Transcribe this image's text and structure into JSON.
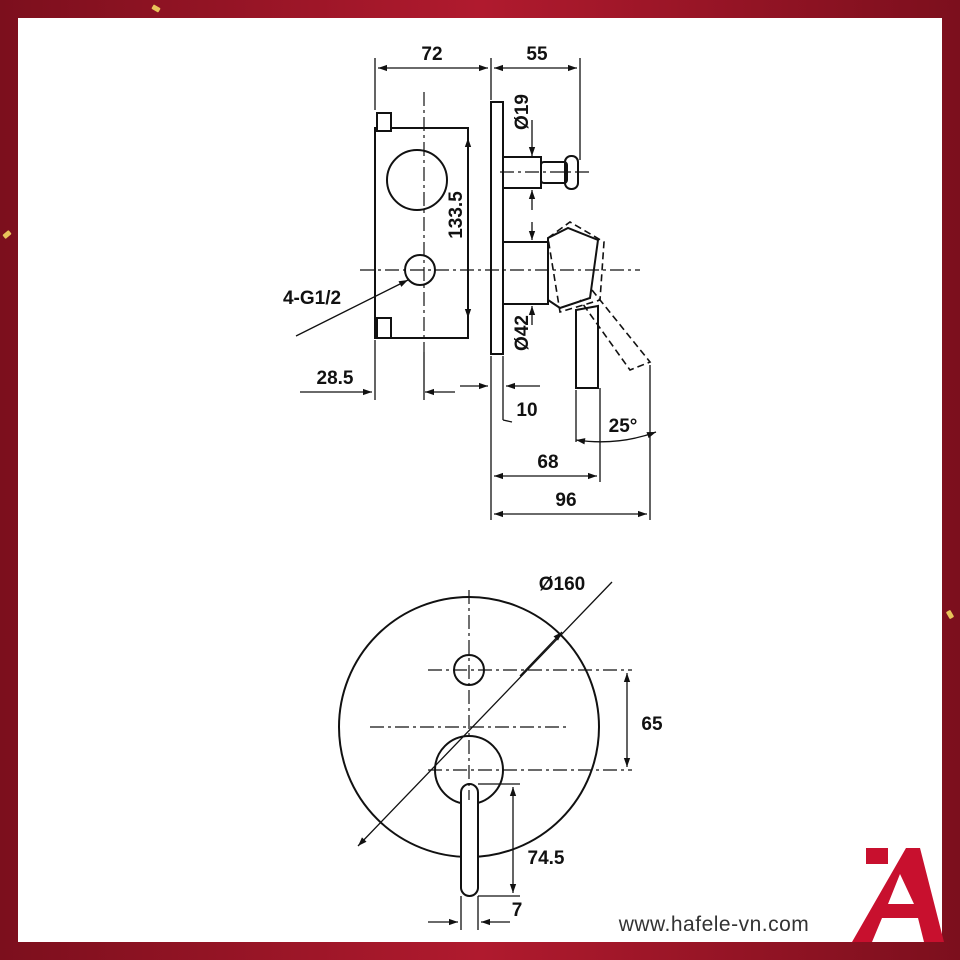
{
  "dimensions": {
    "width_top": "72",
    "width_top_right": "55",
    "dia_19": "Ø19",
    "height_133": "133.5",
    "thread": "4-G1/2",
    "dia_42": "Ø42",
    "offset_28": "28.5",
    "plate_10": "10",
    "angle_25": "25°",
    "depth_68": "68",
    "depth_96": "96",
    "dia_160": "Ø160",
    "spacing_65": "65",
    "lever_74": "74.5",
    "lever_7": "7"
  },
  "branding": {
    "website": "www.hafele-vn.com",
    "logo_name": "hafele-logo"
  },
  "colors": {
    "frame": "#a5162a",
    "logo": "#c8102e",
    "line": "#111111"
  }
}
